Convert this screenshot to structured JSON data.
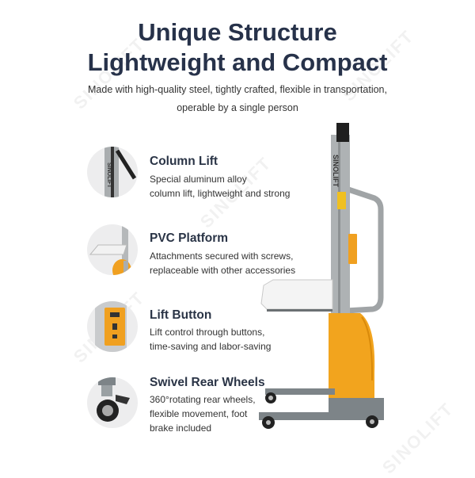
{
  "header": {
    "title_line1": "Unique Structure",
    "title_line2": "Lightweight and Compact",
    "subtitle_line1": "Made with high-quality steel, tightly crafted, flexible in transportation,",
    "subtitle_line2": "operable by a single person"
  },
  "features": [
    {
      "title": "Column Lift",
      "desc": [
        "Special aluminum alloy",
        "column lift, lightweight and strong"
      ],
      "icon": "column-lift-photo"
    },
    {
      "title": "PVC Platform",
      "desc": [
        "Attachments secured with screws,",
        "replaceable with other accessories"
      ],
      "icon": "platform-photo"
    },
    {
      "title": "Lift Button",
      "desc": [
        "Lift control through buttons,",
        "time-saving and labor-saving"
      ],
      "icon": "control-box-photo"
    },
    {
      "title": "Swivel Rear Wheels",
      "desc": [
        "360°rotating rear wheels,",
        "flexible movement, foot",
        "brake included"
      ],
      "icon": "caster-wheel-photo"
    }
  ],
  "brand": {
    "name": "SINOLIFT",
    "orange": "#f0a020",
    "grey": "#a9adaf",
    "navy": "#27324a"
  }
}
